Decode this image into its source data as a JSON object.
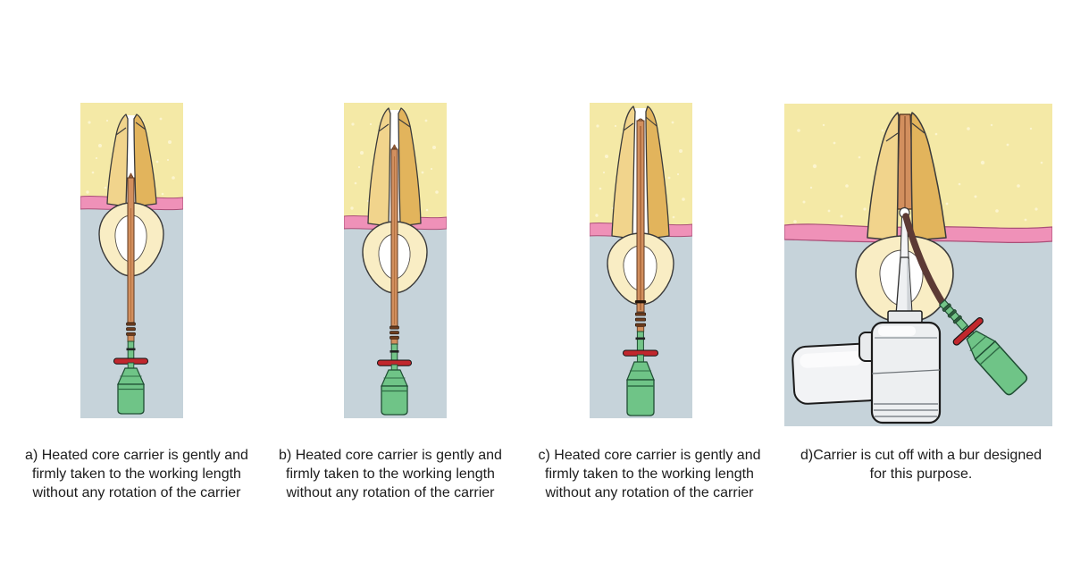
{
  "page": {
    "background": "#ffffff"
  },
  "palette": {
    "bone_yellow": "#f4e9a6",
    "bone_speckle": "#fcf5cf",
    "gum_pink": "#ef91b8",
    "gum_outline": "#aa4f78",
    "tissue_blue_gray": "#c6d3da",
    "root_light": "#f1d48c",
    "root_shaded": "#e2b45c",
    "crown_cream": "#f9edc4",
    "pulp_chamber_white": "#ffffff",
    "carrier_orange": "#d28f5e",
    "carrier_outline": "#5f3a22",
    "carrier_burnt_brown": "#5c3a35",
    "handle_green": "#6fc487",
    "handle_green_dark": "#1f4d33",
    "rubber_stop_red": "#c1272d",
    "handpiece_white": "#eef0f2",
    "handpiece_shade": "#cfd3d7",
    "line_dark": "#3b3b3b",
    "caption_text": "#1c1c1c"
  },
  "figure": {
    "panels": [
      {
        "id": "a",
        "illustration": "tooth-carrier-at-canal-entrance",
        "caption_lines": [
          "a) Heated core carrier is gently and",
          "firmly taken to the working length",
          "without any rotation of the carrier"
        ]
      },
      {
        "id": "b",
        "illustration": "tooth-carrier-mid-insertion",
        "caption_lines": [
          "b) Heated core carrier is gently and",
          "firmly taken to the working length",
          "without any rotation of the carrier"
        ]
      },
      {
        "id": "c",
        "illustration": "tooth-carrier-fully-seated",
        "caption_lines": [
          "c) Heated core carrier is gently and",
          "firmly taken to the working length",
          "without any rotation of the carrier"
        ]
      },
      {
        "id": "d",
        "illustration": "carrier-cut-off-with-bur-handpiece",
        "caption_lines": [
          "d)Carrier is cut off with a bur designed",
          "for this purpose."
        ]
      }
    ]
  }
}
